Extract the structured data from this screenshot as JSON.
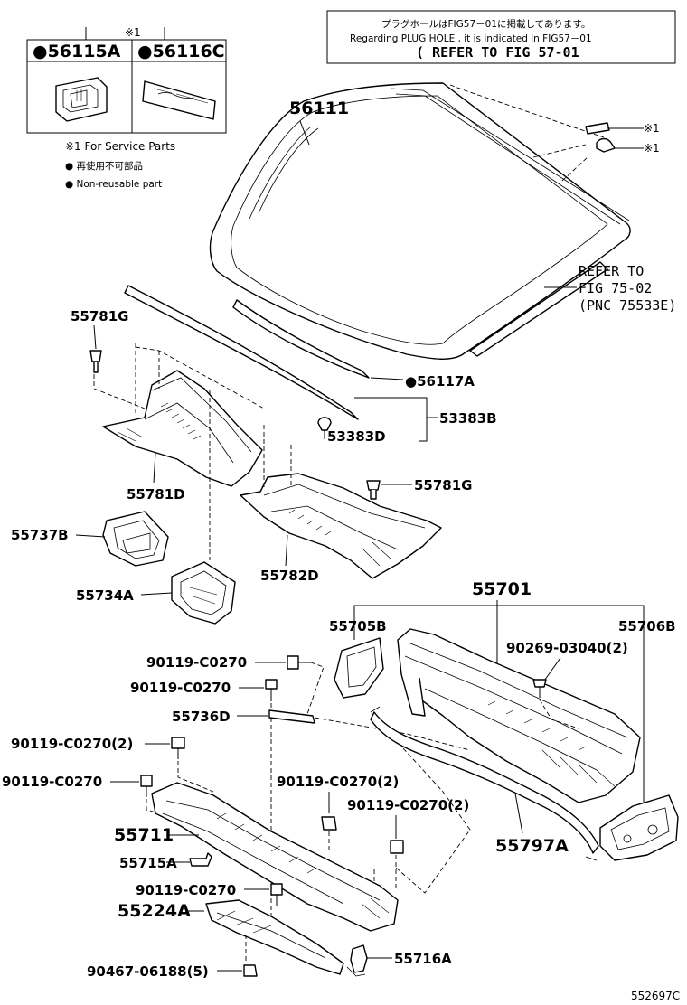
{
  "service_legend": {
    "mark": "※1",
    "part_a": "●56115A",
    "part_b": "●56116C",
    "note_service": "※1 For Service Parts",
    "note_jp": "● 再使用不可部品",
    "note_en": "● Non-reusable part"
  },
  "plug_note": {
    "line_jp": "プラグホールはFIG57－01に掲載してあります。",
    "line_en": "Regarding PLUG HOLE , it is indicated in FIG57－01",
    "line_ref": "( REFER TO FIG 57-01"
  },
  "refer_note": {
    "line1": "REFER TO",
    "line2": "FIG 75-02",
    "line3": "(PNC 75533E)"
  },
  "side_marks": {
    "mark1": "※1",
    "mark2": "※1"
  },
  "labels": {
    "p56111": "56111",
    "p55781g_top": "55781G",
    "p56117a": "●56117A",
    "p53383b": "53383B",
    "p53383d": "53383D",
    "p55781d": "55781D",
    "p55781g_mid": "55781G",
    "p55737b": "55737B",
    "p55782d": "55782D",
    "p55734a": "55734A",
    "p55701": "55701",
    "p55705b": "55705B",
    "p55706b": "55706B",
    "p90119_a": "90119-C0270",
    "p90269": "90269-03040(2)",
    "p90119_b": "90119-C0270",
    "p55736d": "55736D",
    "p90119_c": "90119-C0270(2)",
    "p90119_d": "90119-C0270",
    "p90119_e": "90119-C0270(2)",
    "p90119_f": "90119-C0270(2)",
    "p55711": "55711",
    "p55797a": "55797A",
    "p55715a": "55715A",
    "p90119_g": "90119-C0270",
    "p55224a": "55224A",
    "p90467": "90467-06188(5)",
    "p55716a": "55716A"
  },
  "figure_id": "552697C"
}
